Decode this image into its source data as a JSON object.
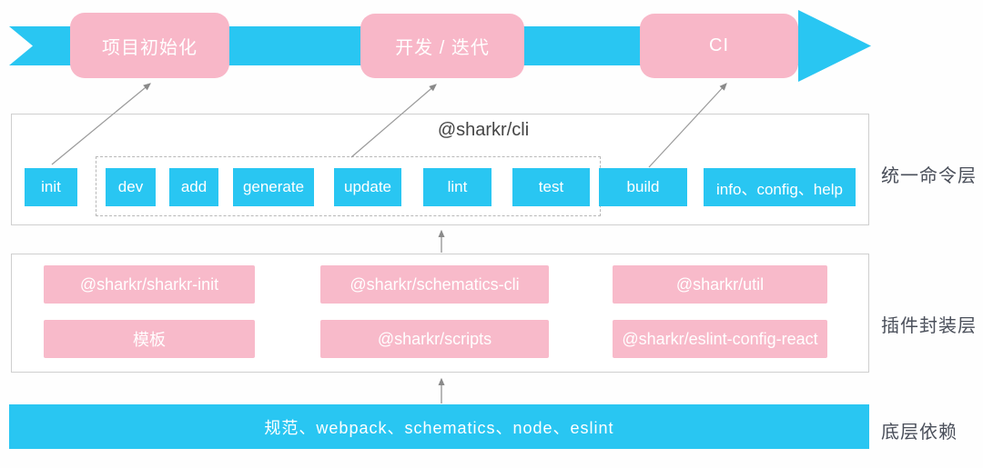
{
  "banner": {
    "stages": [
      "项目初始化",
      "开发 / 迭代",
      "CI"
    ]
  },
  "command_layer": {
    "title": "@sharkr/cli",
    "layer_label": "统一命令层",
    "commands": [
      "init",
      "dev",
      "add",
      "generate",
      "update",
      "lint",
      "test",
      "build",
      "info、config、help"
    ]
  },
  "plugin_layer": {
    "layer_label": "插件封装层",
    "packages": [
      "@sharkr/sharkr-init",
      "@sharkr/schematics-cli",
      "@sharkr/util",
      "模板",
      "@sharkr/scripts",
      "@sharkr/eslint-config-react"
    ]
  },
  "dependency_layer": {
    "layer_label": "底层依赖",
    "content": "规范、webpack、schematics、node、eslint"
  },
  "colors": {
    "accent_cyan": "#29C6F2",
    "accent_pink": "#F8BACA",
    "box_border": "#CFCFCF",
    "arrow_gray": "#8A8A8A",
    "label_text": "#4A4F5A",
    "title_text": "#454545"
  }
}
